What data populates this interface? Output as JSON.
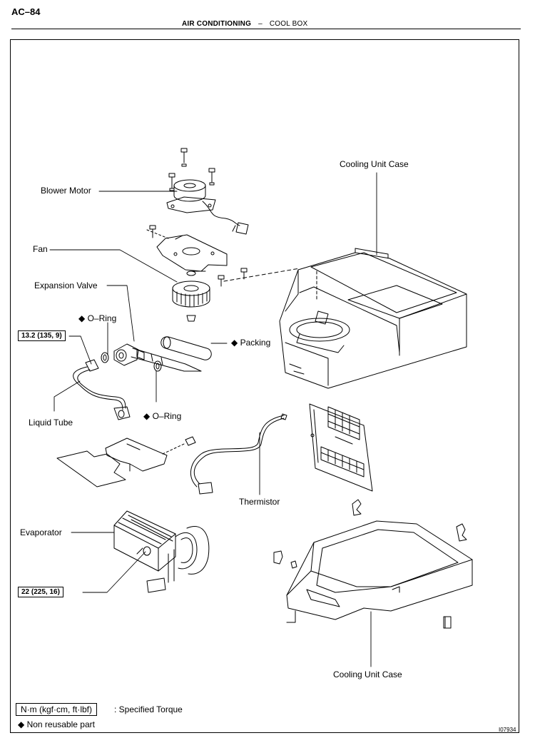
{
  "header": {
    "page_number": "AC–84",
    "section": "AIR CONDITIONING",
    "separator": "–",
    "subsection": "COOL BOX"
  },
  "labels": {
    "blower_motor": "Blower Motor",
    "fan": "Fan",
    "expansion_valve": "Expansion Valve",
    "o_ring_top": "◆ O–Ring",
    "o_ring_bottom": "◆ O–Ring",
    "packing": "◆ Packing",
    "liquid_tube": "Liquid Tube",
    "cooling_unit_case_top": "Cooling Unit Case",
    "cooling_unit_case_bottom": "Cooling Unit Case",
    "thermistor": "Thermistor",
    "evaporator": "Evaporator"
  },
  "torques": {
    "liquid_tube_nut": "13.2 (135, 9)",
    "evaporator_nut": "22 (225, 16)"
  },
  "legend": {
    "torque_units": "N·m (kgf·cm, ft·lbf)",
    "torque_desc": ": Specified Torque",
    "non_reusable": "◆ Non reusable part"
  },
  "figure_id": "I07934"
}
